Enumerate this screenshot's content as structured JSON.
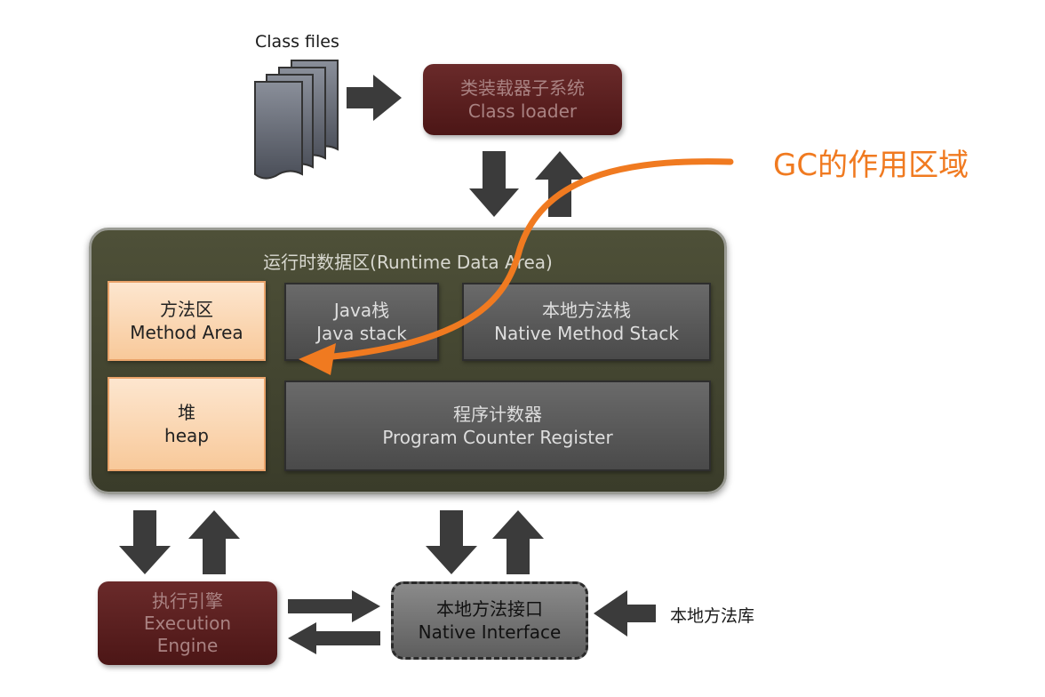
{
  "class_files": {
    "label": "Class files"
  },
  "class_loader": {
    "zh": "类装载器子系统",
    "en": "Class loader"
  },
  "runtime": {
    "title": "运行时数据区(Runtime Data Area)",
    "method_area": {
      "zh": "方法区",
      "en": "Method Area"
    },
    "heap": {
      "zh": "堆",
      "en": "heap"
    },
    "java_stack": {
      "zh": "Java栈",
      "en": "Java stack"
    },
    "native_stack": {
      "zh": "本地方法栈",
      "en": "Native Method Stack"
    },
    "pc_register": {
      "zh": "程序计数器",
      "en": "Program Counter Register"
    }
  },
  "execution_engine": {
    "zh": "执行引擎",
    "en_line1": "Execution",
    "en_line2": "Engine"
  },
  "native_interface": {
    "zh": "本地方法接口",
    "en": "Native Interface"
  },
  "native_library": {
    "label": "本地方法库"
  },
  "gc_annotation": {
    "label": "GC的作用区域",
    "color": "#f07a20"
  },
  "colors": {
    "maroon": "#5a1e1e",
    "peach": "#fbd5b0",
    "gray": "#5a5a5a",
    "olive": "#44462f",
    "arrow": "#3b3b3b"
  }
}
